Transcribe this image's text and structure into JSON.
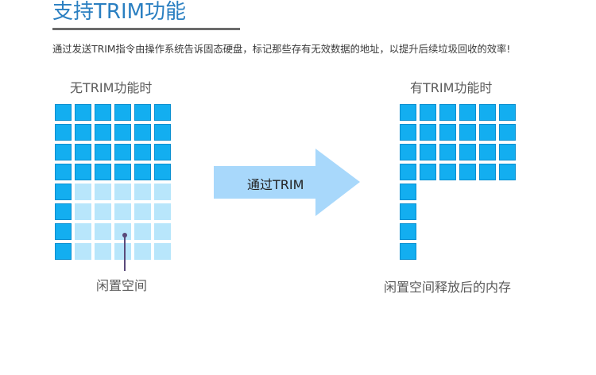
{
  "header": {
    "title": "支持TRIM功能",
    "description": "通过发送TRIM指令由操作系统告诉固态硬盘，标记那些存有无效数据的地址，以提升后续垃圾回收的效率!"
  },
  "left_panel": {
    "label": "无TRIM功能时",
    "free_space_label": "闲置空间"
  },
  "arrow": {
    "label": "通过TRIM"
  },
  "right_panel": {
    "label": "有TRIM功能时",
    "released_label": "闲置空间释放后的内存"
  },
  "colors": {
    "used_block": "#13aef0",
    "used_block_border": "#0a8fd0",
    "free_block": "#b8e6fb",
    "arrow_fill": "#a8d8fb",
    "title": "#2a7fc1"
  }
}
